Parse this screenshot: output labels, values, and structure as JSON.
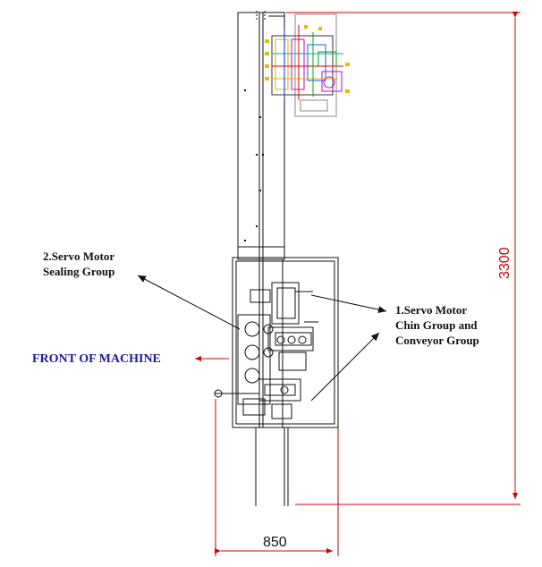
{
  "labels": {
    "servo_sealing": [
      "2.Servo Motor",
      "Sealing Group"
    ],
    "servo_chin": [
      "1.Servo Motor",
      "Chin Group and",
      "Conveyor Group"
    ],
    "front": "FRONT OF MACHINE"
  },
  "dimensions": {
    "height": "3300",
    "width": "850"
  },
  "colors": {
    "dimension": "#d00000",
    "front_text": "#1a1aa8",
    "line": "#111111"
  }
}
